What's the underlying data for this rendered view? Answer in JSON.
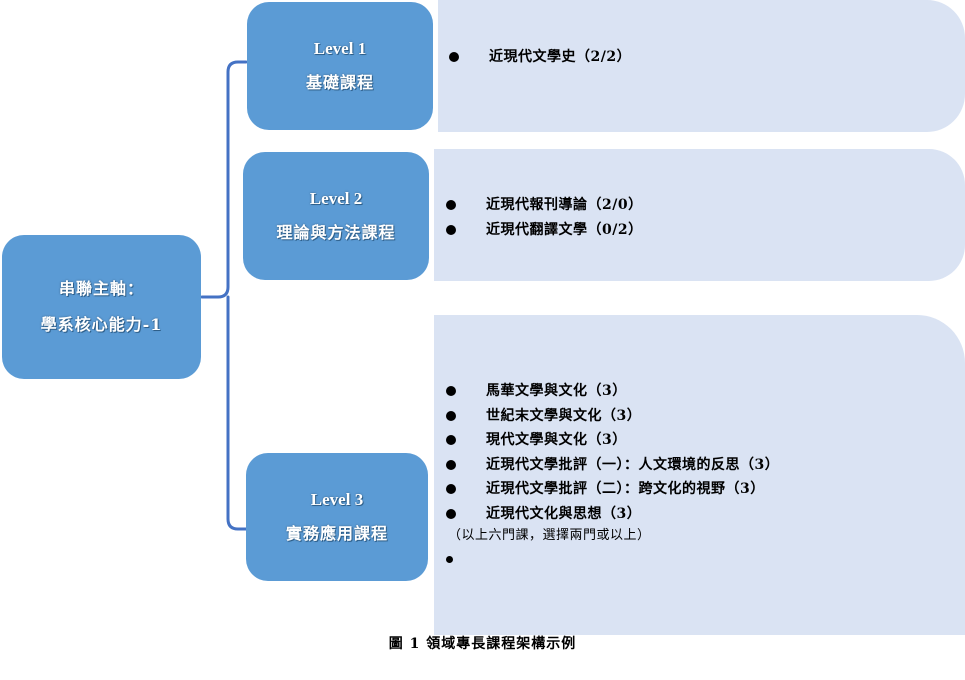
{
  "root": {
    "line1": "串聯主軸：",
    "line2": "學系核心能力-1"
  },
  "levels": [
    {
      "level": "Level 1",
      "name": "基礎課程",
      "courses": [
        "近現代文學史（2/2）"
      ]
    },
    {
      "level": "Level 2",
      "name": "理論與方法課程",
      "courses": [
        "近現代報刊導論（2/0）",
        "近現代翻譯文學（0/2）"
      ]
    },
    {
      "level": "Level 3",
      "name": "實務應用課程",
      "courses": [
        "馬華文學與文化（3）",
        "世紀末文學與文化（3）",
        "現代文學與文化（3）",
        "近現代文學批評（一）：人文環境的反思（3）",
        "近現代文學批評（二）：跨文化的視野（3）",
        "近現代文化與思想（3）"
      ],
      "note": "（以上六門課，選擇兩門或以上）"
    }
  ],
  "caption": "圖 1 領域專長課程架構示例",
  "colors": {
    "box_blue": "#5b9bd5",
    "panel": "#dae3f3",
    "connector": "#4472c4"
  }
}
